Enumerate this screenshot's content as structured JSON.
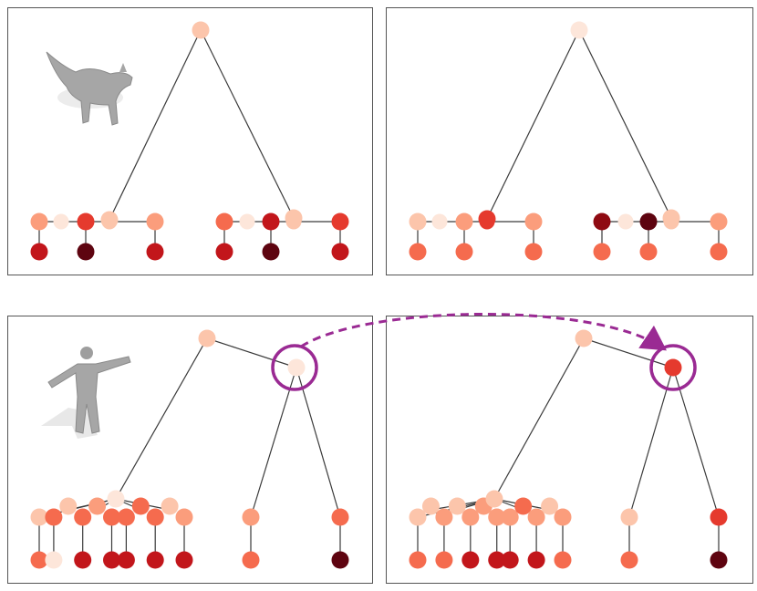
{
  "colors": {
    "level_0": "#fde6da",
    "level_1": "#fcc5ab",
    "level_2": "#fb9d7c",
    "level_3": "#f56b4e",
    "level_4": "#e53a2e",
    "level_5": "#c2161b",
    "level_6": "#8f0a12",
    "level_7": "#5e0410",
    "edge": "#3a3a3a",
    "highlight": "#9a2a93"
  },
  "icons": {
    "top_left": "cat-mesh-icon",
    "bottom_left": "human-mesh-icon"
  },
  "panels": [
    {
      "id": "p-tl",
      "name": "panel-cat-tree-left",
      "leaf_pairs": [
        [
          2,
          5
        ],
        [
          0,
          null
        ],
        [
          4,
          7
        ],
        [
          1,
          null
        ],
        [
          2,
          5
        ],
        [
          3,
          5
        ],
        [
          0,
          null
        ],
        [
          5,
          7
        ],
        [
          1,
          null
        ],
        [
          4,
          5
        ]
      ]
    },
    {
      "id": "p-tr",
      "name": "panel-cat-tree-right",
      "leaf_pairs": [
        [
          1,
          3
        ],
        [
          0,
          null
        ],
        [
          2,
          3
        ],
        [
          4,
          null
        ],
        [
          2,
          3
        ],
        [
          6,
          3
        ],
        [
          0,
          null
        ],
        [
          7,
          3
        ],
        [
          1,
          null
        ],
        [
          2,
          3
        ]
      ]
    },
    {
      "id": "p-bl",
      "name": "panel-human-tree-left",
      "leaf_pairs": [
        [
          1,
          3
        ],
        [
          3,
          0
        ],
        [
          1,
          null
        ],
        [
          3,
          5
        ],
        [
          2,
          null
        ],
        [
          3,
          5
        ],
        [
          3,
          5
        ],
        [
          3,
          null
        ],
        [
          3,
          5
        ],
        [
          1,
          null
        ],
        [
          2,
          5
        ],
        [
          2,
          3
        ],
        [
          3,
          7
        ]
      ]
    },
    {
      "id": "p-br",
      "name": "panel-human-tree-right",
      "leaf_pairs": [
        [
          1,
          3
        ],
        [
          1,
          null
        ],
        [
          2,
          3
        ],
        [
          1,
          null
        ],
        [
          2,
          5
        ],
        [
          2,
          null
        ],
        [
          2,
          5
        ],
        [
          2,
          5
        ],
        [
          3,
          null
        ],
        [
          2,
          5
        ],
        [
          1,
          null
        ],
        [
          2,
          3
        ],
        [
          1,
          3
        ],
        [
          4,
          7
        ]
      ]
    }
  ],
  "highlight": {
    "from_panel": "p-bl",
    "to_panel": "p-br",
    "style": "dashed-arrow"
  }
}
